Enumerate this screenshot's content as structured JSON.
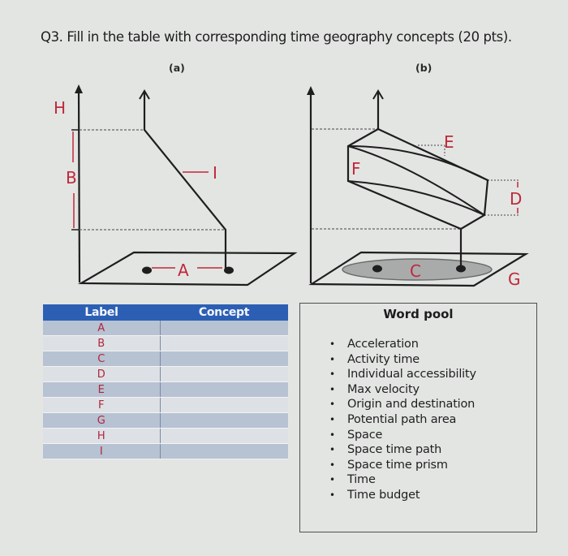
{
  "question": {
    "text": "Q3. Fill in the table with corresponding time geography concepts (20 pts)."
  },
  "diagrams": [
    {
      "id": "a",
      "caption": "(a)",
      "labels": [
        "H",
        "B",
        "I",
        "A"
      ]
    },
    {
      "id": "b",
      "caption": "(b)",
      "labels": [
        "E",
        "F",
        "D",
        "C",
        "G"
      ]
    }
  ],
  "table": {
    "headers": [
      "Label",
      "Concept"
    ],
    "rows": [
      {
        "label": "A",
        "concept": ""
      },
      {
        "label": "B",
        "concept": ""
      },
      {
        "label": "C",
        "concept": ""
      },
      {
        "label": "D",
        "concept": ""
      },
      {
        "label": "E",
        "concept": ""
      },
      {
        "label": "F",
        "concept": ""
      },
      {
        "label": "G",
        "concept": ""
      },
      {
        "label": "H",
        "concept": ""
      },
      {
        "label": "I",
        "concept": ""
      }
    ]
  },
  "word_pool": {
    "title": "Word pool",
    "bullet": "•",
    "items": [
      "Acceleration",
      "Activity time",
      "Individual accessibility",
      "Max velocity",
      "Origin and destination",
      "Potential path area",
      "Space",
      "Space time path",
      "Space time prism",
      "Time",
      "Time budget"
    ]
  },
  "colors": {
    "label_red": "#c0283a",
    "header_blue": "#2c5fb4",
    "row_dark": "#b7c2d3",
    "row_light": "#dde1e5",
    "background": "#e3e5e3"
  }
}
